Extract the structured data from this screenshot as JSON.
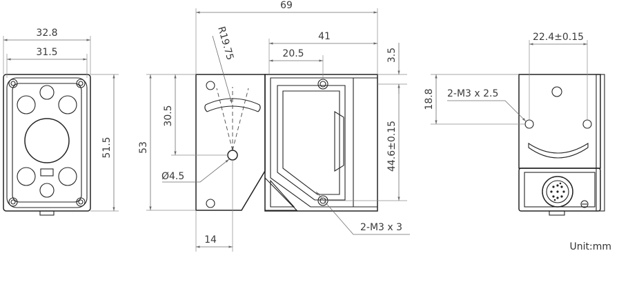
{
  "front_view": {
    "width_outer": "32.8",
    "width_inner": "31.5",
    "height": "51.5"
  },
  "side_view": {
    "overall_length": "69",
    "body_length": "41",
    "offset": "20.5",
    "radius": "R19.75",
    "hole_height": "30.5",
    "total_height": "53",
    "hole_dia": "Ø4.5",
    "right_offset": "3.5",
    "hole_span": "44.6±0.15",
    "bottom_offset": "14",
    "thread_callout": "2-M3 x 3"
  },
  "rear_view": {
    "hole_span": "22.4±0.15",
    "hole_height": "18.8",
    "thread_callout": "2-M3 x 2.5"
  },
  "unit_label": "Unit:mm"
}
